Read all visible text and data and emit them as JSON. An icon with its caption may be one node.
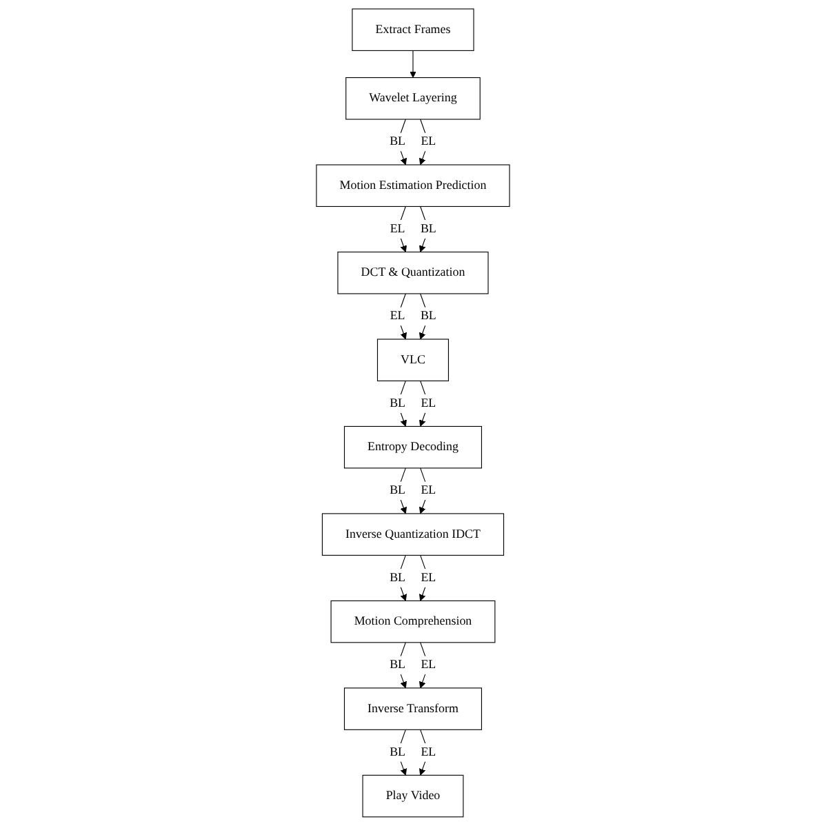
{
  "diagram": {
    "nodes": [
      {
        "text": [
          "Extract Frames"
        ]
      },
      {
        "text": [
          "Wavelet Layering"
        ]
      },
      {
        "text": [
          "Motion Estimation Prediction"
        ]
      },
      {
        "text": [
          "DCT & Quantization"
        ]
      },
      {
        "text": [
          "VLC"
        ]
      },
      {
        "text": [
          "Entropy Decoding"
        ]
      },
      {
        "text": [
          "Inverse Quantization IDCT"
        ]
      },
      {
        "text": [
          "Motion Comprehension"
        ]
      },
      {
        "text": [
          "Inverse Transform"
        ]
      },
      {
        "text": [
          "Play Video"
        ]
      }
    ],
    "edges": [
      {
        "from": 0,
        "to": 1,
        "arrow": "to"
      },
      {
        "from": 1,
        "to": 2,
        "arrow": "to",
        "label": "BL"
      },
      {
        "from": 1,
        "to": 2,
        "arrow": "to",
        "label": "EL"
      },
      {
        "from": 2,
        "to": 3,
        "arrow": "to",
        "label": "EL"
      },
      {
        "from": 2,
        "to": 3,
        "arrow": "to",
        "label": "BL"
      },
      {
        "from": 3,
        "to": 4,
        "arrow": "to",
        "label": "EL"
      },
      {
        "from": 3,
        "to": 4,
        "arrow": "to",
        "label": "BL"
      },
      {
        "from": 4,
        "to": 5,
        "arrow": "to",
        "label": "BL"
      },
      {
        "from": 4,
        "to": 5,
        "arrow": "to",
        "label": "EL"
      },
      {
        "from": 5,
        "to": 6,
        "arrow": "to",
        "label": "BL"
      },
      {
        "from": 5,
        "to": 6,
        "arrow": "to",
        "label": "EL"
      },
      {
        "from": 6,
        "to": 7,
        "arrow": "to",
        "label": "BL"
      },
      {
        "from": 6,
        "to": 7,
        "arrow": "to",
        "label": "EL"
      },
      {
        "from": 7,
        "to": 8,
        "arrow": "to",
        "label": "BL"
      },
      {
        "from": 7,
        "to": 8,
        "arrow": "to",
        "label": "EL"
      },
      {
        "from": 8,
        "to": 9,
        "arrow": "to",
        "label": "BL"
      },
      {
        "from": 8,
        "to": 9,
        "arrow": "to",
        "label": "EL"
      }
    ]
  }
}
